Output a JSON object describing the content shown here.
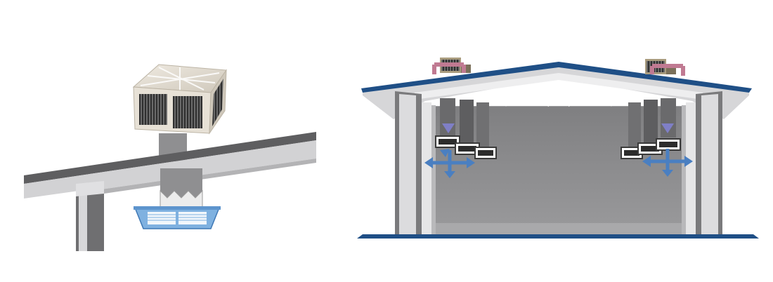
{
  "illustrations": [
    {
      "id": "rooftop-unit-detail",
      "components": [
        "evaporative-cooler-unit",
        "supply-duct",
        "roof-beam",
        "wall-column",
        "ceiling-diffuser"
      ]
    },
    {
      "id": "building-cross-section",
      "components": [
        "pitched-roof",
        "roof-truss",
        "cooler-units",
        "supply-ducts",
        "air-outlets",
        "airflow-arrows"
      ]
    }
  ],
  "colors": {
    "background": "#ffffff",
    "beam_dark": "#5e5e60",
    "beam_light": "#c9c9cb",
    "wall_light": "#e6e6e7",
    "interior": "#8d8d8f",
    "floor_line": "#1f4f86",
    "roof_edge": "#1f4f86",
    "cooler_body": "#e7e1d6",
    "grille": "#3a3a3a",
    "diffuser_blue": "#6fa6db",
    "duct_grey": "#9b9b9d",
    "hot_air_arrow": "#b07a96",
    "cool_air_arrow": "#4a7fc1"
  }
}
